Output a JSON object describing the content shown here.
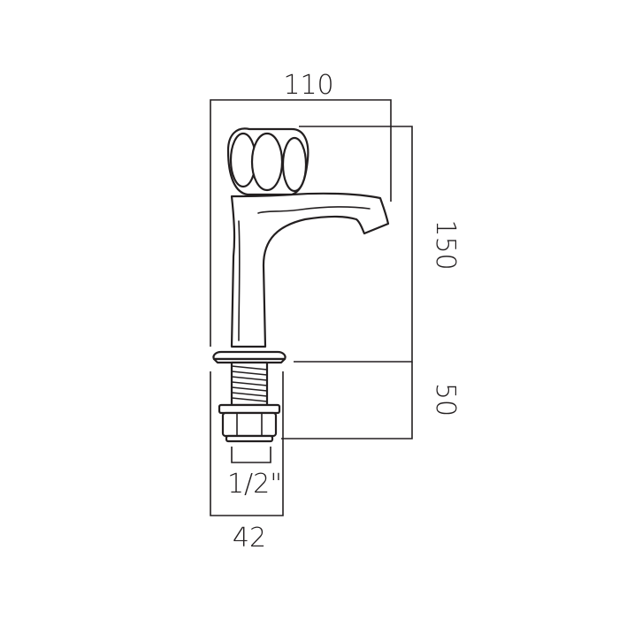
{
  "dimensions": {
    "width_top": "110",
    "height_body": "150",
    "height_tail": "50",
    "thread_size": "1/2\"",
    "width_base": "42"
  },
  "colors": {
    "line": "#231f20",
    "background": "#ffffff"
  }
}
